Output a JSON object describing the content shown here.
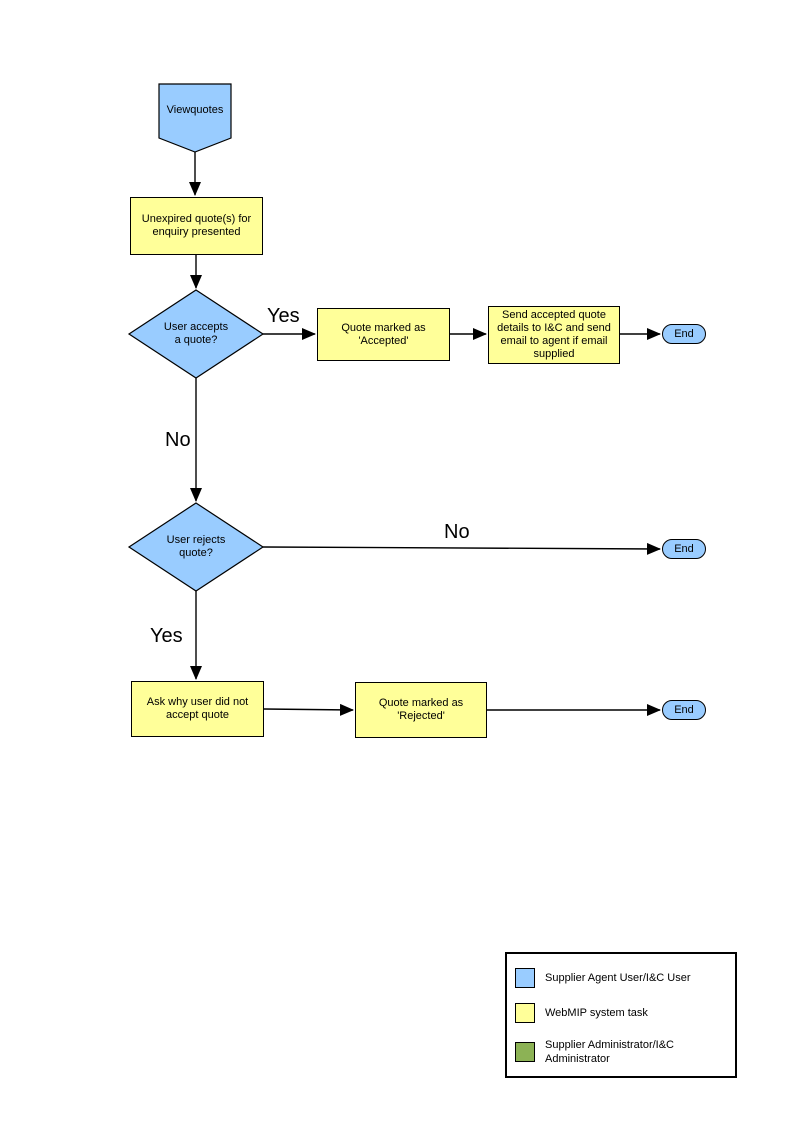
{
  "nodes": {
    "start": {
      "label": "Viewquotes"
    },
    "present": {
      "lines": [
        "Unexpired quote(s) for",
        "enquiry presented"
      ]
    },
    "accept_q": {
      "lines": [
        "User accepts",
        "a quote?"
      ]
    },
    "mark_accepted": {
      "lines": [
        "Quote  marked as",
        "'Accepted'"
      ]
    },
    "send_details": {
      "lines": [
        "Send accepted quote",
        "details to I&C and send",
        "email to agent if email",
        "supplied"
      ]
    },
    "end_accepted": {
      "label": "End"
    },
    "reject_q": {
      "lines": [
        "User rejects",
        "quote?"
      ]
    },
    "end_not_rejected": {
      "label": "End"
    },
    "ask_why": {
      "lines": [
        "Ask why user did not",
        "accept quote"
      ]
    },
    "mark_rejected": {
      "lines": [
        "Quote  marked as",
        "'Rejected'"
      ]
    },
    "end_rejected": {
      "label": "End"
    }
  },
  "edge_labels": {
    "accept_yes": "Yes",
    "accept_no": "No",
    "reject_no": "No",
    "reject_yes": "Yes"
  },
  "legend": {
    "items": [
      {
        "label": "Supplier Agent User/I&C User",
        "color": "#99CCFF"
      },
      {
        "label": "WebMIP system task",
        "color": "#FFFF99"
      },
      {
        "label": "Supplier Administrator/I&C Administrator",
        "color": "#8CB255"
      }
    ]
  },
  "colors": {
    "user_shape_blue": "#99CCFF",
    "system_task_yellow": "#FFFF99",
    "admin_green": "#8CB255",
    "line_black": "#000000"
  }
}
